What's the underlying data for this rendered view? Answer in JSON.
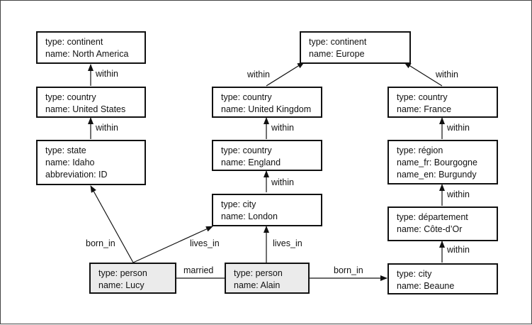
{
  "nodes": {
    "north_america": {
      "lines": [
        "type: continent",
        "name: North America"
      ]
    },
    "united_states": {
      "lines": [
        "type: country",
        "name: United States"
      ]
    },
    "idaho": {
      "lines": [
        "type: state",
        "name: Idaho",
        "abbreviation: ID"
      ]
    },
    "europe": {
      "lines": [
        "type: continent",
        "name: Europe"
      ]
    },
    "united_kingdom": {
      "lines": [
        "type: country",
        "name: United Kingdom"
      ]
    },
    "england": {
      "lines": [
        "type: country",
        "name: England"
      ]
    },
    "london": {
      "lines": [
        "type: city",
        "name: London"
      ]
    },
    "france": {
      "lines": [
        "type: country",
        "name: France"
      ]
    },
    "bourgogne": {
      "lines": [
        "type: région",
        "name_fr: Bourgogne",
        "name_en: Burgundy"
      ]
    },
    "cote_dor": {
      "lines": [
        "type: département",
        "name: Côte-d’Or"
      ]
    },
    "beaune": {
      "lines": [
        "type: city",
        "name: Beaune"
      ]
    },
    "lucy": {
      "lines": [
        "type: person",
        "name: Lucy"
      ]
    },
    "alain": {
      "lines": [
        "type: person",
        "name: Alain"
      ]
    }
  },
  "edges": {
    "us_within_na": "within",
    "idaho_within_us": "within",
    "uk_within_europe": "within",
    "england_within_uk": "within",
    "london_within_england": "within",
    "france_within_europe": "within",
    "bourgogne_within_france": "within",
    "cotedor_within_bourgogne": "within",
    "beaune_within_cotedor": "within",
    "lucy_born_in_idaho": "born_in",
    "lucy_lives_in_london": "lives_in",
    "alain_lives_in_london": "lives_in",
    "lucy_married_alain": "married",
    "alain_born_in_beaune": "born_in"
  },
  "colors": {
    "line": "#111111",
    "person_fill": "#ebebeb",
    "node_fill": "#ffffff"
  }
}
